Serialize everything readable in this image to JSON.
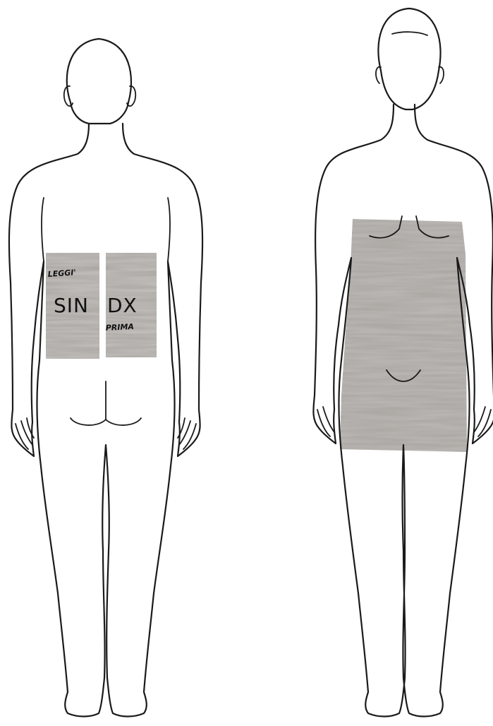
{
  "diagram": {
    "figures": [
      {
        "view": "back"
      },
      {
        "view": "front"
      }
    ],
    "back_labels": {
      "top_left": "LEGGI'",
      "left_side": "SIN",
      "right_side": "DX",
      "bottom_right": "PRIMA"
    },
    "colors": {
      "outline": "#1a1a1a",
      "shading": "#6e6a66",
      "background": "#ffffff"
    }
  }
}
